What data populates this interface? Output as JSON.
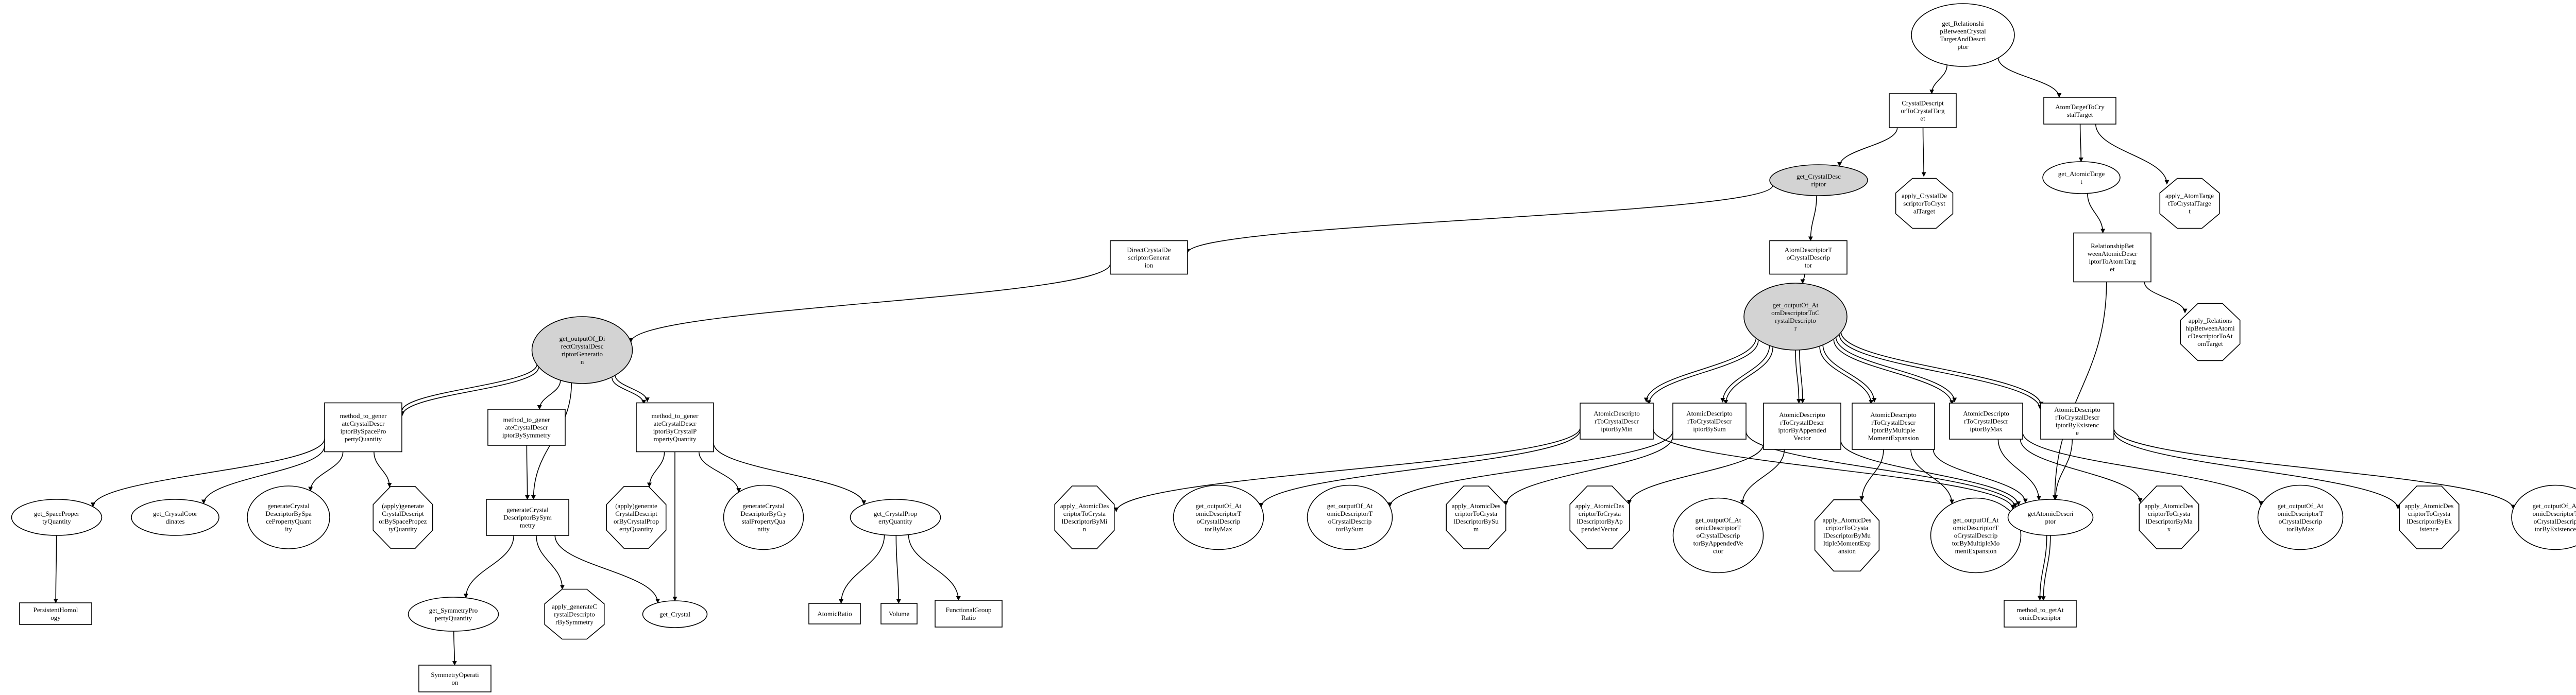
{
  "diagram": {
    "colors": {
      "filled": "#d3d3d3",
      "unfilled": "#ffffff",
      "stroke": "#000000"
    },
    "nodes": [
      {
        "id": "root",
        "shape": "ellipse",
        "filled": false,
        "label": "get_Relationshi\npBetweenCrystal\nTargetAndDescri\nptor"
      },
      {
        "id": "cdct",
        "shape": "box",
        "label": "CrystalDescript\norToCrystalTarg\net"
      },
      {
        "id": "attc",
        "shape": "box",
        "label": "AtomTargetToCry\nstalTarget"
      },
      {
        "id": "gcd",
        "shape": "ellipse",
        "filled": true,
        "label": "get_CrystalDesc\nriptor"
      },
      {
        "id": "acdct",
        "shape": "octagon",
        "label": "apply_CrystalDe\nscriptorToCryst\nalTarget"
      },
      {
        "id": "gat",
        "shape": "ellipse",
        "filled": false,
        "label": "get_AtomicTarge\nt"
      },
      {
        "id": "aattc",
        "shape": "octagon",
        "label": "apply_AtomTarge\ntToCrystalTarge\nt"
      },
      {
        "id": "dcdg",
        "shape": "box",
        "label": "DirectCrystalDe\nscriptorGenerat\nion"
      },
      {
        "id": "adtcd",
        "shape": "box",
        "label": "AtomDescriptorT\noCrystalDescrip\ntor"
      },
      {
        "id": "rbad",
        "shape": "box",
        "label": "RelationshipBet\nweenAtomicDescr\niptorToAtomTarg\net"
      },
      {
        "id": "arbad",
        "shape": "octagon",
        "label": "apply_Relations\nhipBetweenAtomi\ncDescriptorToAt\nomTarget"
      },
      {
        "id": "godcdg",
        "shape": "ellipse",
        "filled": true,
        "label": "get_outputOf_Di\nrectCrystalDesc\nriptorGeneratio\nn"
      },
      {
        "id": "goadtcd",
        "shape": "ellipse",
        "filled": true,
        "label": "get_outputOf_At\nomDescriptorToC\nrystalDescripto\nr"
      },
      {
        "id": "mtg_sp",
        "shape": "box",
        "label": "method_to_gener\nateCrystalDescr\niptorBySpacePro\npertyQuantity"
      },
      {
        "id": "mtg_sym",
        "shape": "box",
        "label": "method_to_gener\nateCrystalDescr\niptorBySymmetry"
      },
      {
        "id": "mtg_cp",
        "shape": "box",
        "label": "method_to_gener\nateCrystalDescr\niptorByCrystalP\nropertyQuantity"
      },
      {
        "id": "adc_min",
        "shape": "box",
        "label": "AtomicDescripto\nrToCrystalDescr\niptorByMin"
      },
      {
        "id": "adc_sum",
        "shape": "box",
        "label": "AtomicDescripto\nrToCrystalDescr\niptorBySum"
      },
      {
        "id": "adc_app",
        "shape": "box",
        "label": "AtomicDescripto\nrToCrystalDescr\niptorByAppended\nVector"
      },
      {
        "id": "adc_mme",
        "shape": "box",
        "label": "AtomicDescripto\nrToCrystalDescr\niptorByMultiple\nMomentExpansion"
      },
      {
        "id": "adc_max",
        "shape": "box",
        "label": "AtomicDescripto\nrToCrystalDescr\niptorByMax"
      },
      {
        "id": "adc_ext",
        "shape": "box",
        "label": "AtomicDescripto\nrToCrystalDescr\niptorByExistenc\ne"
      },
      {
        "id": "gspq",
        "shape": "ellipse",
        "filled": false,
        "label": "get_SpaceProper\ntyQuantity"
      },
      {
        "id": "gcc",
        "shape": "ellipse",
        "filled": false,
        "label": "get_CrystalCoor\ndinates"
      },
      {
        "id": "gen_sp",
        "shape": "ellipse",
        "filled": false,
        "label": "generateCrystal\nDescriptorBySpa\ncePropertyQuant\nity"
      },
      {
        "id": "apg_sp",
        "shape": "octagon",
        "label": "(apply)generate\nCrystalDescript\norBySpacePropez\ntyQuantity"
      },
      {
        "id": "gen_sym",
        "shape": "box",
        "label": "generateCrystal\nDescriptorBySym\nmetry"
      },
      {
        "id": "apg_cp",
        "shape": "octagon",
        "label": "(apply)generate\nCrystalDescript\norByCrystalProp\nertyQuantity"
      },
      {
        "id": "gen_cp",
        "shape": "ellipse",
        "filled": false,
        "label": "generateCrystal\nDescriptorByCry\nstalPropertyQua\nntity"
      },
      {
        "id": "gcpq",
        "shape": "ellipse",
        "filled": false,
        "label": "get_CrystalProp\nertyQuantity"
      },
      {
        "id": "a_min",
        "shape": "octagon",
        "label": "apply_AtomicDes\ncriptorToCrysta\nlDescriptorByMi\nn"
      },
      {
        "id": "go_max1",
        "shape": "ellipse",
        "filled": false,
        "label": "get_outputOf_At\nomicDescriptorT\noCrystalDescrip\ntorByMax"
      },
      {
        "id": "go_sum",
        "shape": "ellipse",
        "filled": false,
        "label": "get_outputOf_At\nomicDescriptorT\noCrystalDescrip\ntorBySum"
      },
      {
        "id": "a_sum",
        "shape": "octagon",
        "label": "apply_AtomicDes\ncriptorToCrysta\nlDescriptorBySu\nm"
      },
      {
        "id": "a_app",
        "shape": "octagon",
        "label": "apply_AtomicDes\ncriptorToCrysta\nlDescriptorByAp\npendedVector"
      },
      {
        "id": "go_app",
        "shape": "ellipse",
        "filled": false,
        "label": "get_outputOf_At\nomicDescriptorT\noCrystalDescrip\ntorByAppendedVe\nctor"
      },
      {
        "id": "a_mme",
        "shape": "octagon",
        "label": "apply_AtomicDes\ncriptorToCrysta\nlDescriptorByMu\nltipleMomentExp\nansion"
      },
      {
        "id": "go_mme",
        "shape": "ellipse",
        "filled": false,
        "label": "get_outputOf_At\nomicDescriptorT\noCrystalDescrip\ntorByMultipleMo\nmentExpansion"
      },
      {
        "id": "gad",
        "shape": "ellipse",
        "filled": false,
        "label": "getAtomicDescri\nptor"
      },
      {
        "id": "a_max",
        "shape": "octagon",
        "label": "apply_AtomicDes\ncriptorToCrysta\nlDescriptorByMa\nx"
      },
      {
        "id": "go_max2",
        "shape": "ellipse",
        "filled": false,
        "label": "get_outputOf_At\nomicDescriptorT\noCrystalDescrip\ntorByMax"
      },
      {
        "id": "a_ext",
        "shape": "octagon",
        "label": "apply_AtomicDes\ncriptorToCrysta\nlDescriptorByEx\nistence"
      },
      {
        "id": "go_ext",
        "shape": "ellipse",
        "filled": false,
        "label": "get_outputOf_At\nomicDescriptorT\noCrystalDescrip\ntorByExistence"
      },
      {
        "id": "ph",
        "shape": "box",
        "label": "PersistentHomol\nogy"
      },
      {
        "id": "gsympq",
        "shape": "ellipse",
        "filled": false,
        "label": "get_SymmetryPro\npertyQuantity"
      },
      {
        "id": "apg_sym",
        "shape": "octagon",
        "label": "apply_generateC\nrystalDescripto\nrBySymmetry"
      },
      {
        "id": "gcrys",
        "shape": "ellipse",
        "filled": false,
        "label": "get_Crystal"
      },
      {
        "id": "ar",
        "shape": "box",
        "label": "AtomicRatio"
      },
      {
        "id": "vol",
        "shape": "box",
        "label": "Volume"
      },
      {
        "id": "fgr",
        "shape": "box",
        "label": "FunctionalGroup\nRatio"
      },
      {
        "id": "mtgad",
        "shape": "box",
        "label": "method_to_getAt\nomicDescriptor"
      },
      {
        "id": "symop",
        "shape": "box",
        "label": "SymmetryOperati\non"
      }
    ],
    "edges": [
      {
        "from": "root",
        "to": "cdct"
      },
      {
        "from": "root",
        "to": "attc"
      },
      {
        "from": "cdct",
        "to": "gcd"
      },
      {
        "from": "cdct",
        "to": "acdct"
      },
      {
        "from": "attc",
        "to": "gat"
      },
      {
        "from": "attc",
        "to": "aattc"
      },
      {
        "from": "gcd",
        "to": "dcdg"
      },
      {
        "from": "gcd",
        "to": "adtcd"
      },
      {
        "from": "gat",
        "to": "rbad"
      },
      {
        "from": "rbad",
        "to": "arbad"
      },
      {
        "from": "rbad",
        "to": "gad"
      },
      {
        "from": "dcdg",
        "to": "godcdg"
      },
      {
        "from": "adtcd",
        "to": "goadtcd"
      },
      {
        "from": "godcdg",
        "to": "mtg_sp",
        "multi": 2
      },
      {
        "from": "godcdg",
        "to": "mtg_sym"
      },
      {
        "from": "godcdg",
        "to": "mtg_cp",
        "multi": 2
      },
      {
        "from": "godcdg",
        "to": "gen_sym"
      },
      {
        "from": "goadtcd",
        "to": "adc_min",
        "multi": 2
      },
      {
        "from": "goadtcd",
        "to": "adc_sum",
        "multi": 2
      },
      {
        "from": "goadtcd",
        "to": "adc_app",
        "multi": 2
      },
      {
        "from": "goadtcd",
        "to": "adc_mme",
        "multi": 2
      },
      {
        "from": "goadtcd",
        "to": "adc_max",
        "multi": 2
      },
      {
        "from": "goadtcd",
        "to": "adc_ext",
        "multi": 2
      },
      {
        "from": "mtg_sp",
        "to": "gspq"
      },
      {
        "from": "mtg_sp",
        "to": "gcc"
      },
      {
        "from": "mtg_sp",
        "to": "gen_sp"
      },
      {
        "from": "mtg_sp",
        "to": "apg_sp"
      },
      {
        "from": "mtg_sym",
        "to": "gen_sym"
      },
      {
        "from": "mtg_cp",
        "to": "apg_cp"
      },
      {
        "from": "mtg_cp",
        "to": "gen_cp"
      },
      {
        "from": "mtg_cp",
        "to": "gcpq"
      },
      {
        "from": "mtg_cp",
        "to": "gcrys"
      },
      {
        "from": "adc_min",
        "to": "a_min"
      },
      {
        "from": "adc_min",
        "to": "go_max1"
      },
      {
        "from": "adc_min",
        "to": "gad"
      },
      {
        "from": "adc_sum",
        "to": "go_sum"
      },
      {
        "from": "adc_sum",
        "to": "a_sum"
      },
      {
        "from": "adc_sum",
        "to": "gad"
      },
      {
        "from": "adc_app",
        "to": "a_app"
      },
      {
        "from": "adc_app",
        "to": "go_app"
      },
      {
        "from": "adc_app",
        "to": "gad"
      },
      {
        "from": "adc_mme",
        "to": "a_mme"
      },
      {
        "from": "adc_mme",
        "to": "go_mme"
      },
      {
        "from": "adc_mme",
        "to": "gad"
      },
      {
        "from": "adc_max",
        "to": "gad"
      },
      {
        "from": "adc_max",
        "to": "a_max"
      },
      {
        "from": "adc_max",
        "to": "go_max2"
      },
      {
        "from": "adc_ext",
        "to": "gad"
      },
      {
        "from": "adc_ext",
        "to": "a_ext"
      },
      {
        "from": "adc_ext",
        "to": "go_ext"
      },
      {
        "from": "gspq",
        "to": "ph"
      },
      {
        "from": "gen_sym",
        "to": "gsympq"
      },
      {
        "from": "gen_sym",
        "to": "apg_sym"
      },
      {
        "from": "gen_sym",
        "to": "gcrys"
      },
      {
        "from": "gcpq",
        "to": "ar"
      },
      {
        "from": "gcpq",
        "to": "vol"
      },
      {
        "from": "gcpq",
        "to": "fgr"
      },
      {
        "from": "gad",
        "to": "mtgad",
        "multi": 2
      },
      {
        "from": "gsympq",
        "to": "symop"
      }
    ]
  }
}
